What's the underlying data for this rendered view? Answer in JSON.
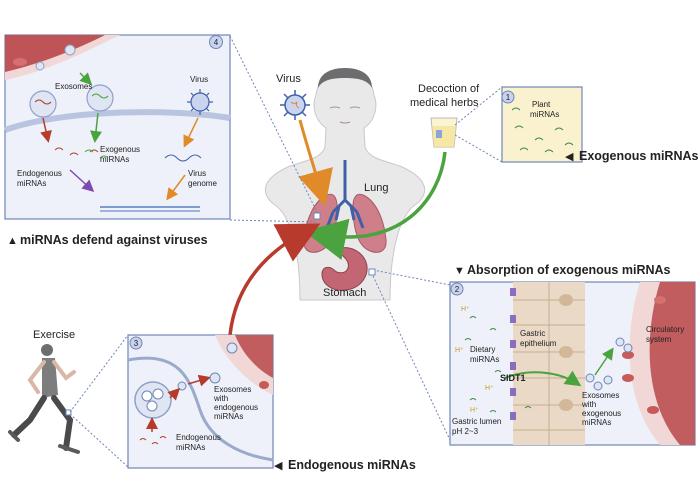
{
  "panel4": {
    "number": "4",
    "exosomes": "Exosomes",
    "virus": "Virus",
    "exogenous_mirnas": [
      "Exogenous",
      "miRNAs"
    ],
    "endogenous_mirnas": [
      "Endogenous",
      "miRNAs"
    ],
    "virus_genome": [
      "Virus",
      "genome"
    ],
    "caption_marker": "▲",
    "caption": "miRNAs defend against viruses"
  },
  "center": {
    "virus": "Virus",
    "decoction": [
      "Decoction of",
      "medical herbs"
    ],
    "lung": "Lung",
    "stomach": "Stomach",
    "exercise": "Exercise"
  },
  "panel1": {
    "number": "1",
    "plant_mirnas": [
      "Plant",
      "miRNAs"
    ],
    "caption_marker": "◀",
    "caption": "Exogenous miRNAs"
  },
  "panel2": {
    "header_marker": "▼",
    "header": "Absorption of exogenous miRNAs",
    "number": "2",
    "gastric_epithelium": [
      "Gastric",
      "epithelium"
    ],
    "dietary_mirnas": [
      "Dietary",
      "miRNAs"
    ],
    "sidt1": "SIDT1",
    "exosomes_exogenous": [
      "Exosomes",
      "with",
      "exogenous",
      "miRNAs"
    ],
    "circulatory": [
      "Circulatory",
      "system"
    ],
    "gastric_lumen": [
      "Gastric lumen",
      "pH 2~3"
    ],
    "h_plus": "H⁺"
  },
  "panel3": {
    "number": "3",
    "exosomes_endogenous": [
      "Exosomes",
      "with",
      "endogenous",
      "miRNAs"
    ],
    "endogenous_mirnas": [
      "Endogenous",
      "miRNAs"
    ],
    "caption_marker": "◀",
    "caption": "Endogenous miRNAs"
  },
  "colors": {
    "panel_border": "#6f86b8",
    "panel_fill": "#eef1f9",
    "blood": "#b8464a",
    "vessel": "#f1d8d6",
    "body_fill": "#e9e9ea",
    "arrow_orange": "#e08a2a",
    "arrow_green": "#4aa33e",
    "arrow_red": "#b83a2c",
    "arrow_purple": "#7d4bb0",
    "lung": "#cf7f8a",
    "stomach": "#c36673",
    "trachea": "#3f5fa8",
    "number_badge": "#c9d3ee"
  }
}
